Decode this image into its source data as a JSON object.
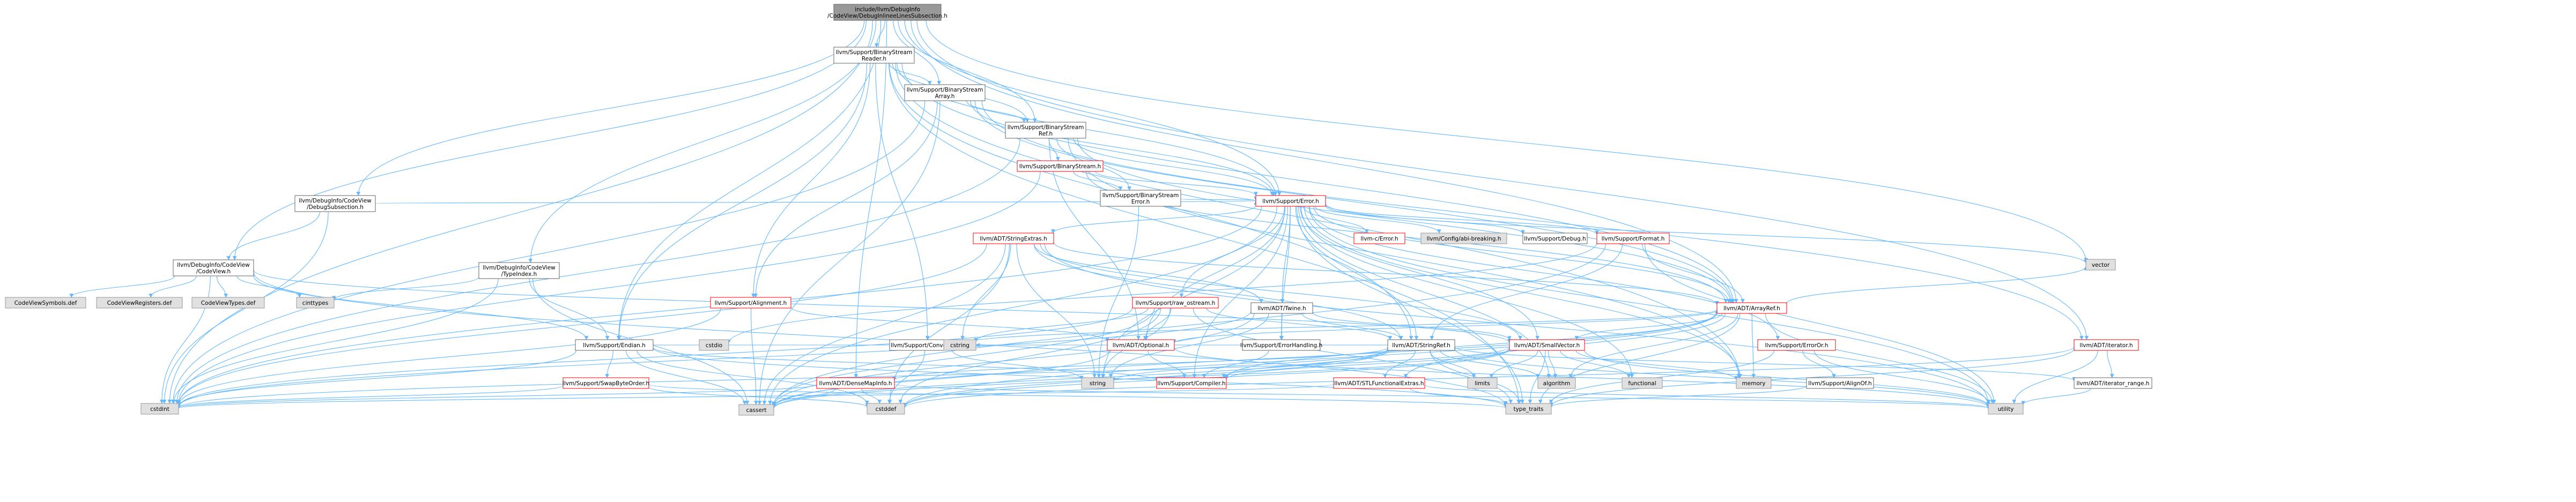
{
  "colors": {
    "edge": "#63b8ff",
    "edge_dark": "#4a90d9",
    "root_fill": "#999999",
    "node_border": "#666666",
    "red_border": "#ff0000",
    "external_fill": "#e0e0e0"
  },
  "nodes": [
    {
      "id": "root",
      "kind": "root",
      "lines": [
        "include/llvm/DebugInfo",
        "/CodeView/DebugInlineeLinesSubsection.h"
      ]
    },
    {
      "id": "bsr",
      "kind": "normal",
      "lines": [
        "llvm/Support/BinaryStream",
        "Reader.h"
      ]
    },
    {
      "id": "bsa",
      "kind": "normal",
      "lines": [
        "llvm/Support/BinaryStream",
        "Array.h"
      ]
    },
    {
      "id": "bsref",
      "kind": "normal",
      "lines": [
        "llvm/Support/BinaryStream",
        "Ref.h"
      ]
    },
    {
      "id": "bs",
      "kind": "red",
      "lines": [
        "llvm/Support/BinaryStream.h"
      ]
    },
    {
      "id": "bserr",
      "kind": "normal",
      "lines": [
        "llvm/Support/BinaryStream",
        "Error.h"
      ]
    },
    {
      "id": "dis",
      "kind": "normal",
      "lines": [
        "llvm/DebugInfo/CodeView",
        "/DebugSubsection.h"
      ]
    },
    {
      "id": "cv",
      "kind": "normal",
      "lines": [
        "llvm/DebugInfo/CodeView",
        "/CodeView.h"
      ]
    },
    {
      "id": "ti",
      "kind": "normal",
      "lines": [
        "llvm/DebugInfo/CodeView",
        "/TypeIndex.h"
      ]
    },
    {
      "id": "err",
      "kind": "red",
      "lines": [
        "llvm/Support/Error.h"
      ]
    },
    {
      "id": "se",
      "kind": "red",
      "lines": [
        "llvm/ADT/StringExtras.h"
      ]
    },
    {
      "id": "align",
      "kind": "red",
      "lines": [
        "llvm/Support/Alignment.h"
      ]
    },
    {
      "id": "endian",
      "kind": "normal",
      "lines": [
        "llvm/Support/Endian.h"
      ]
    },
    {
      "id": "sbo",
      "kind": "red",
      "lines": [
        "llvm/Support/SwapByteOrder.h"
      ]
    },
    {
      "id": "cerr",
      "kind": "red",
      "lines": [
        "llvm-c/Error.h"
      ]
    },
    {
      "id": "cfgab",
      "kind": "ext",
      "lines": [
        "llvm/Config/abi-breaking.h"
      ]
    },
    {
      "id": "dbg",
      "kind": "normal",
      "lines": [
        "llvm/Support/Debug.h"
      ]
    },
    {
      "id": "fmt",
      "kind": "red",
      "lines": [
        "llvm/Support/Format.h"
      ]
    },
    {
      "id": "rawos",
      "kind": "red",
      "lines": [
        "llvm/Support/raw_ostream.h"
      ]
    },
    {
      "id": "twine",
      "kind": "normal",
      "lines": [
        "llvm/ADT/Twine.h"
      ]
    },
    {
      "id": "conv",
      "kind": "normal",
      "lines": [
        "llvm/Support/ConvertUTF.h"
      ]
    },
    {
      "id": "opt",
      "kind": "red",
      "lines": [
        "llvm/ADT/Optional.h"
      ]
    },
    {
      "id": "eh",
      "kind": "normal",
      "lines": [
        "llvm/Support/ErrorHandling.h"
      ]
    },
    {
      "id": "sref",
      "kind": "normal",
      "lines": [
        "llvm/ADT/StringRef.h"
      ]
    },
    {
      "id": "svec",
      "kind": "red",
      "lines": [
        "llvm/ADT/SmallVector.h"
      ]
    },
    {
      "id": "aref",
      "kind": "red",
      "lines": [
        "llvm/ADT/ArrayRef.h"
      ]
    },
    {
      "id": "eor",
      "kind": "red",
      "lines": [
        "llvm/Support/ErrorOr.h"
      ]
    },
    {
      "id": "iter",
      "kind": "red",
      "lines": [
        "llvm/ADT/iterator.h"
      ]
    },
    {
      "id": "iterr",
      "kind": "normal",
      "lines": [
        "llvm/ADT/iterator_range.h"
      ]
    },
    {
      "id": "dmi",
      "kind": "red",
      "lines": [
        "llvm/ADT/DenseMapInfo.h"
      ]
    },
    {
      "id": "stlfe",
      "kind": "red",
      "lines": [
        "llvm/ADT/STLFunctionalExtras.h"
      ]
    },
    {
      "id": "comp",
      "kind": "red",
      "lines": [
        "llvm/Support/Compiler.h"
      ]
    },
    {
      "id": "alignof",
      "kind": "normal",
      "lines": [
        "llvm/Support/AlignOf.h"
      ]
    },
    {
      "id": "cvsym",
      "kind": "ext",
      "lines": [
        "CodeViewSymbols.def"
      ]
    },
    {
      "id": "cvreg",
      "kind": "ext",
      "lines": [
        "CodeViewRegisters.def"
      ]
    },
    {
      "id": "cvtyp",
      "kind": "ext",
      "lines": [
        "CodeViewTypes.def"
      ]
    },
    {
      "id": "cinttypes",
      "kind": "ext",
      "lines": [
        "cinttypes"
      ]
    },
    {
      "id": "cstdint",
      "kind": "ext",
      "lines": [
        "cstdint"
      ]
    },
    {
      "id": "cstddef",
      "kind": "ext",
      "lines": [
        "cstddef"
      ]
    },
    {
      "id": "cassert",
      "kind": "ext",
      "lines": [
        "cassert"
      ]
    },
    {
      "id": "cstring",
      "kind": "ext",
      "lines": [
        "cstring"
      ]
    },
    {
      "id": "cstdio",
      "kind": "ext",
      "lines": [
        "cstdio"
      ]
    },
    {
      "id": "string",
      "kind": "ext",
      "lines": [
        "string"
      ]
    },
    {
      "id": "typetraits",
      "kind": "ext",
      "lines": [
        "type_traits"
      ]
    },
    {
      "id": "utility",
      "kind": "ext",
      "lines": [
        "utility"
      ]
    },
    {
      "id": "limits",
      "kind": "ext",
      "lines": [
        "limits"
      ]
    },
    {
      "id": "algorithm",
      "kind": "ext",
      "lines": [
        "algorithm"
      ]
    },
    {
      "id": "functional",
      "kind": "ext",
      "lines": [
        "functional"
      ]
    },
    {
      "id": "memory",
      "kind": "ext",
      "lines": [
        "memory"
      ]
    },
    {
      "id": "vector",
      "kind": "ext",
      "lines": [
        "vector"
      ]
    }
  ],
  "edges": [
    [
      "root",
      "bsr"
    ],
    [
      "root",
      "bsa"
    ],
    [
      "root",
      "bsref"
    ],
    [
      "root",
      "dis"
    ],
    [
      "root",
      "cv"
    ],
    [
      "root",
      "ti"
    ],
    [
      "root",
      "err"
    ],
    [
      "root",
      "endian"
    ],
    [
      "root",
      "aref"
    ],
    [
      "root",
      "iter"
    ],
    [
      "root",
      "cstdint"
    ],
    [
      "root",
      "vector"
    ],
    [
      "root",
      "dmi"
    ],
    [
      "bsr",
      "bsa"
    ],
    [
      "bsr",
      "bsref"
    ],
    [
      "bsr",
      "err"
    ],
    [
      "bsr",
      "endian"
    ],
    [
      "bsr",
      "align"
    ],
    [
      "bsr",
      "conv"
    ],
    [
      "bsr",
      "aref"
    ],
    [
      "bsr",
      "sref"
    ],
    [
      "bsr",
      "typetraits"
    ],
    [
      "bsr",
      "memory"
    ],
    [
      "bsa",
      "bsref"
    ],
    [
      "bsa",
      "err"
    ],
    [
      "bsa",
      "align"
    ],
    [
      "bsa",
      "iter"
    ],
    [
      "bsa",
      "cassert"
    ],
    [
      "bsa",
      "cstdint"
    ],
    [
      "bsa",
      "aref"
    ],
    [
      "bsref",
      "bs"
    ],
    [
      "bsref",
      "bserr"
    ],
    [
      "bsref",
      "err"
    ],
    [
      "bsref",
      "aref"
    ],
    [
      "bsref",
      "opt"
    ],
    [
      "bsref",
      "cstdint"
    ],
    [
      "bsref",
      "memory"
    ],
    [
      "bs",
      "bserr"
    ],
    [
      "bs",
      "err"
    ],
    [
      "bs",
      "aref"
    ],
    [
      "bs",
      "cstdint"
    ],
    [
      "bserr",
      "err"
    ],
    [
      "bserr",
      "string"
    ],
    [
      "dis",
      "cv"
    ],
    [
      "dis",
      "err"
    ],
    [
      "dis",
      "cstdint"
    ],
    [
      "cv",
      "cvsym"
    ],
    [
      "cv",
      "cvreg"
    ],
    [
      "cv",
      "cvtyp"
    ],
    [
      "cv",
      "cinttypes"
    ],
    [
      "cv",
      "endian"
    ],
    [
      "cv",
      "svec"
    ],
    [
      "cv",
      "cstdint"
    ],
    [
      "cv",
      "typetraits"
    ],
    [
      "ti",
      "cinttypes"
    ],
    [
      "ti",
      "endian"
    ],
    [
      "ti",
      "cassert"
    ],
    [
      "ti",
      "cstdint"
    ],
    [
      "err",
      "cerr"
    ],
    [
      "err",
      "cfgab"
    ],
    [
      "err",
      "dbg"
    ],
    [
      "err",
      "fmt"
    ],
    [
      "err",
      "rawos"
    ],
    [
      "err",
      "twine"
    ],
    [
      "err",
      "se"
    ],
    [
      "err",
      "eh"
    ],
    [
      "err",
      "sref"
    ],
    [
      "err",
      "svec"
    ],
    [
      "err",
      "aref"
    ],
    [
      "err",
      "eor"
    ],
    [
      "err",
      "comp"
    ],
    [
      "err",
      "opt"
    ],
    [
      "err",
      "algorithm"
    ],
    [
      "err",
      "cassert"
    ],
    [
      "err",
      "cstdint"
    ],
    [
      "err",
      "functional"
    ],
    [
      "err",
      "memory"
    ],
    [
      "err",
      "string"
    ],
    [
      "err",
      "system"
    ],
    [
      "err",
      "typetraits"
    ],
    [
      "err",
      "utility"
    ],
    [
      "err",
      "vector"
    ],
    [
      "err",
      "cstdlib"
    ],
    [
      "se",
      "aref"
    ],
    [
      "se",
      "sref"
    ],
    [
      "se",
      "twine"
    ],
    [
      "se",
      "svec"
    ],
    [
      "se",
      "cstddef"
    ],
    [
      "se",
      "cstdint"
    ],
    [
      "se",
      "cstring"
    ],
    [
      "se",
      "string"
    ],
    [
      "se",
      "utility"
    ],
    [
      "se",
      "iterator"
    ],
    [
      "se",
      "cassert"
    ],
    [
      "se",
      "cstdlib"
    ],
    [
      "align",
      "cassert"
    ],
    [
      "align",
      "opt"
    ],
    [
      "align",
      "cstdint"
    ],
    [
      "endian",
      "sbo"
    ],
    [
      "endian",
      "comp"
    ],
    [
      "endian",
      "cassert"
    ],
    [
      "endian",
      "cstddef"
    ],
    [
      "endian",
      "cstdint"
    ],
    [
      "endian",
      "cstring"
    ],
    [
      "endian",
      "typetraits"
    ],
    [
      "sbo",
      "cstddef"
    ],
    [
      "sbo",
      "cstdint"
    ],
    [
      "sbo",
      "typetraits"
    ],
    [
      "fmt",
      "aref"
    ],
    [
      "fmt",
      "sref"
    ],
    [
      "fmt",
      "cassert"
    ],
    [
      "fmt",
      "cstdio"
    ],
    [
      "fmt",
      "tuple"
    ],
    [
      "fmt",
      "utility"
    ],
    [
      "rawos",
      "sref"
    ],
    [
      "rawos",
      "opt"
    ],
    [
      "rawos",
      "cassert"
    ],
    [
      "rawos",
      "cstddef"
    ],
    [
      "rawos",
      "cstdint"
    ],
    [
      "rawos",
      "cstring"
    ],
    [
      "rawos",
      "string"
    ],
    [
      "rawos",
      "typetraits"
    ],
    [
      "twine",
      "sref"
    ],
    [
      "twine",
      "svec"
    ],
    [
      "twine",
      "eh"
    ],
    [
      "twine",
      "cassert"
    ],
    [
      "twine",
      "cstdint"
    ],
    [
      "twine",
      "string"
    ],
    [
      "conv",
      "aref"
    ],
    [
      "conv",
      "cstddef"
    ],
    [
      "conv",
      "string"
    ],
    [
      "opt",
      "comp"
    ],
    [
      "opt",
      "cassert"
    ],
    [
      "opt",
      "utility"
    ],
    [
      "eh",
      "comp"
    ],
    [
      "sref",
      "stlfe"
    ],
    [
      "sref",
      "comp"
    ],
    [
      "sref",
      "algorithm"
    ],
    [
      "sref",
      "cassert"
    ],
    [
      "sref",
      "cstddef"
    ],
    [
      "sref",
      "cstring"
    ],
    [
      "sref",
      "limits"
    ],
    [
      "sref",
      "string"
    ],
    [
      "sref",
      "typetraits"
    ],
    [
      "sref",
      "utility"
    ],
    [
      "sref",
      "dmi"
    ],
    [
      "sref",
      "iterr"
    ],
    [
      "svec",
      "comp"
    ],
    [
      "svec",
      "typetraits"
    ],
    [
      "svec",
      "algorithm"
    ],
    [
      "svec",
      "cassert"
    ],
    [
      "svec",
      "cstddef"
    ],
    [
      "svec",
      "cstdint"
    ],
    [
      "svec",
      "functional"
    ],
    [
      "svec",
      "memory"
    ],
    [
      "svec",
      "utility"
    ],
    [
      "svec",
      "limits"
    ],
    [
      "aref",
      "svec"
    ],
    [
      "aref",
      "stlfe"
    ],
    [
      "aref",
      "comp"
    ],
    [
      "aref",
      "opt"
    ],
    [
      "aref",
      "algorithm"
    ],
    [
      "aref",
      "cassert"
    ],
    [
      "aref",
      "cstddef"
    ],
    [
      "aref",
      "memory"
    ],
    [
      "aref",
      "typetraits"
    ],
    [
      "aref",
      "utility"
    ],
    [
      "aref",
      "vector"
    ],
    [
      "eor",
      "alignof"
    ],
    [
      "eor",
      "typetraits"
    ],
    [
      "eor",
      "utility"
    ],
    [
      "iter",
      "iterr"
    ],
    [
      "iter",
      "cstddef"
    ],
    [
      "iter",
      "typetraits"
    ],
    [
      "iter",
      "utility"
    ],
    [
      "iterr",
      "utility"
    ],
    [
      "dmi",
      "cassert"
    ],
    [
      "dmi",
      "cstddef"
    ],
    [
      "dmi",
      "cstdint"
    ],
    [
      "dmi",
      "utility"
    ],
    [
      "stlfe",
      "typetraits"
    ],
    [
      "stlfe",
      "cstdint"
    ],
    [
      "stlfe",
      "utility"
    ],
    [
      "alignof",
      "typetraits"
    ]
  ]
}
